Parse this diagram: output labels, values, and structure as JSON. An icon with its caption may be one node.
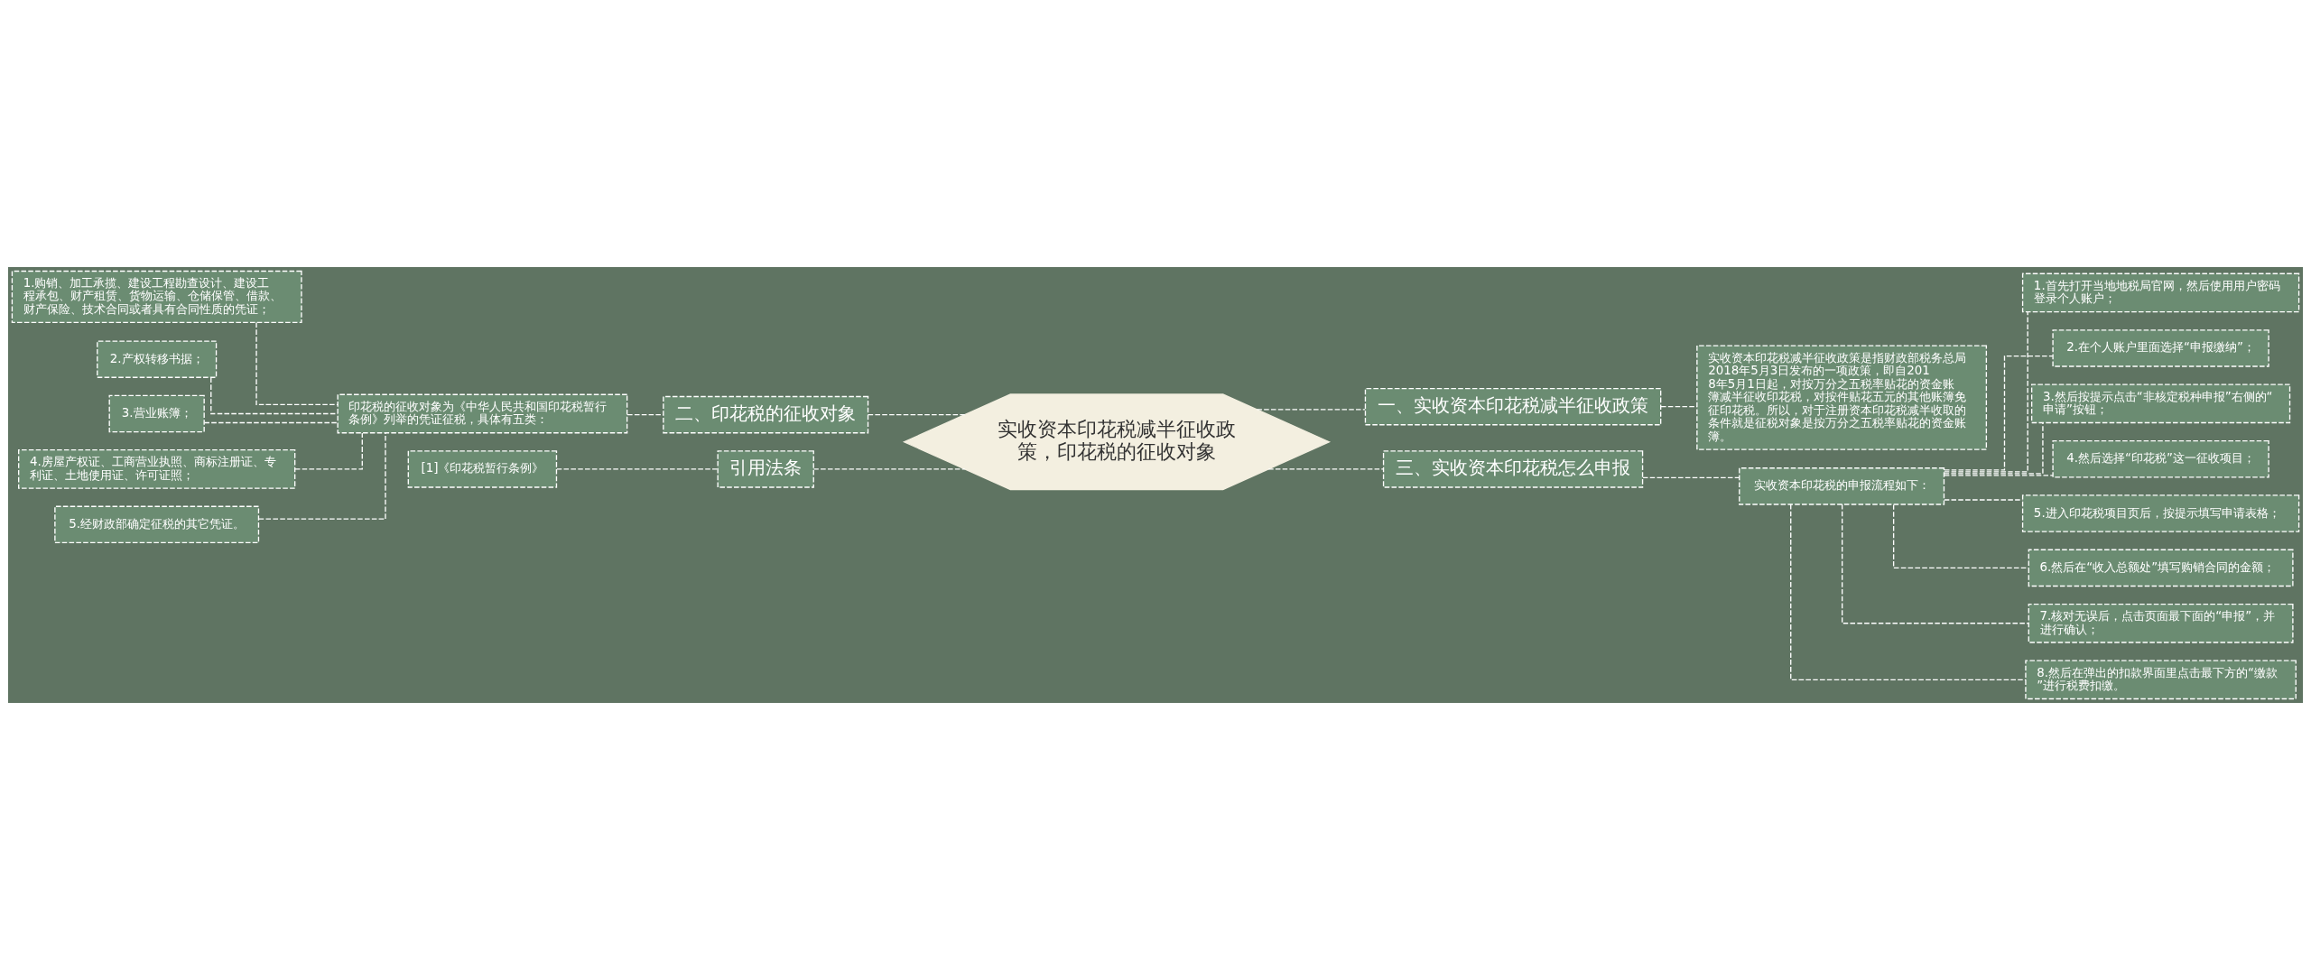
{
  "diagram": {
    "nodes": [
      {
        "text": [
          "实收资本印花税减半征收政策，印花税的征收对象"
        ]
      },
      {
        "text": [
          "一、实收资本印花税减半征收政策"
        ]
      },
      {
        "text": [
          "实收资本印花税减半征收政策是指财政部税务总局2018年5月3日发布的一项政策，即自2018年5月1日起，对按万分之五税率贴花的资金账簿减半征收印花税，对按件贴花五元的其他账簿免征印花税。所以，对于注册资本印花税减半收取的条件就是征税对象是按万分之五税率贴花的资金账簿。"
        ]
      },
      {
        "text": [
          "二、印花税的征收对象"
        ]
      },
      {
        "text": [
          "印花税的征收对象为《中华人民共和国印花税暂行条例》列举的凭证征税，具体有五类："
        ]
      },
      {
        "text": [
          "1.购销、加工承揽、建设工程勘查设计、建设工程承包、财产租赁、货物运输、仓储保管、借款、财产保险、技术合同或者具有合同性质的凭证；"
        ]
      },
      {
        "text": [
          "2.产权转移书据；"
        ]
      },
      {
        "text": [
          "3.营业账簿；"
        ]
      },
      {
        "text": [
          "4.房屋产权证、工商营业执照、商标注册证、专利证、土地使用证、许可证照；"
        ]
      },
      {
        "text": [
          "5.经财政部确定征税的其它凭证。"
        ]
      },
      {
        "text": [
          "引用法条"
        ]
      },
      {
        "text": [
          "[1]《印花税暂行条例》"
        ]
      },
      {
        "text": [
          "三、实收资本印花税怎么申报"
        ]
      },
      {
        "text": [
          "实收资本印花税的申报流程如下："
        ]
      },
      {
        "text": [
          "1.首先打开当地地税局官网，然后使用用户密码登录个人账户；"
        ]
      },
      {
        "text": [
          "2.在个人账户里面选择“申报缴纳”；"
        ]
      },
      {
        "text": [
          "3.然后按提示点击“非核定税种申报”右侧的“申请”按钮；"
        ]
      },
      {
        "text": [
          "4.然后选择“印花税”这一征收项目；"
        ]
      },
      {
        "text": [
          "5.进入印花税项目页后，按提示填写申请表格；"
        ]
      },
      {
        "text": [
          "6.然后在“收入总额处”填写购销合同的金额；"
        ]
      },
      {
        "text": [
          "7.核对无误后，点击页面最下面的“申报”，并进行确认；"
        ]
      },
      {
        "text": [
          "8.然后在弹出的扣款界面里点击最下方的“缴款”进行税费扣缴。"
        ]
      }
    ],
    "edges": [
      {
        "from": 0,
        "to": 1,
        "arrow": "none",
        "style": "dashed"
      },
      {
        "from": 1,
        "to": 2,
        "arrow": "none",
        "style": "dashed"
      },
      {
        "from": 0,
        "to": 3,
        "arrow": "none",
        "style": "dashed"
      },
      {
        "from": 3,
        "to": 4,
        "arrow": "none",
        "style": "dashed"
      },
      {
        "from": 4,
        "to": 5,
        "arrow": "none",
        "style": "dashed"
      },
      {
        "from": 4,
        "to": 6,
        "arrow": "none",
        "style": "dashed"
      },
      {
        "from": 4,
        "to": 7,
        "arrow": "none",
        "style": "dashed"
      },
      {
        "from": 4,
        "to": 8,
        "arrow": "none",
        "style": "dashed"
      },
      {
        "from": 4,
        "to": 9,
        "arrow": "none",
        "style": "dashed"
      },
      {
        "from": 0,
        "to": 10,
        "arrow": "none",
        "style": "dashed"
      },
      {
        "from": 10,
        "to": 11,
        "arrow": "none",
        "style": "dashed"
      },
      {
        "from": 0,
        "to": 12,
        "arrow": "none",
        "style": "dashed"
      },
      {
        "from": 12,
        "to": 13,
        "arrow": "none",
        "style": "dashed"
      },
      {
        "from": 13,
        "to": 14,
        "arrow": "none",
        "style": "dashed"
      },
      {
        "from": 13,
        "to": 15,
        "arrow": "none",
        "style": "dashed"
      },
      {
        "from": 13,
        "to": 16,
        "arrow": "none",
        "style": "dashed"
      },
      {
        "from": 13,
        "to": 17,
        "arrow": "none",
        "style": "dashed"
      },
      {
        "from": 13,
        "to": 18,
        "arrow": "none",
        "style": "dashed"
      },
      {
        "from": 13,
        "to": 19,
        "arrow": "none",
        "style": "dashed"
      },
      {
        "from": 13,
        "to": 20,
        "arrow": "none",
        "style": "dashed"
      },
      {
        "from": 13,
        "to": 21,
        "arrow": "none",
        "style": "dashed"
      }
    ]
  }
}
